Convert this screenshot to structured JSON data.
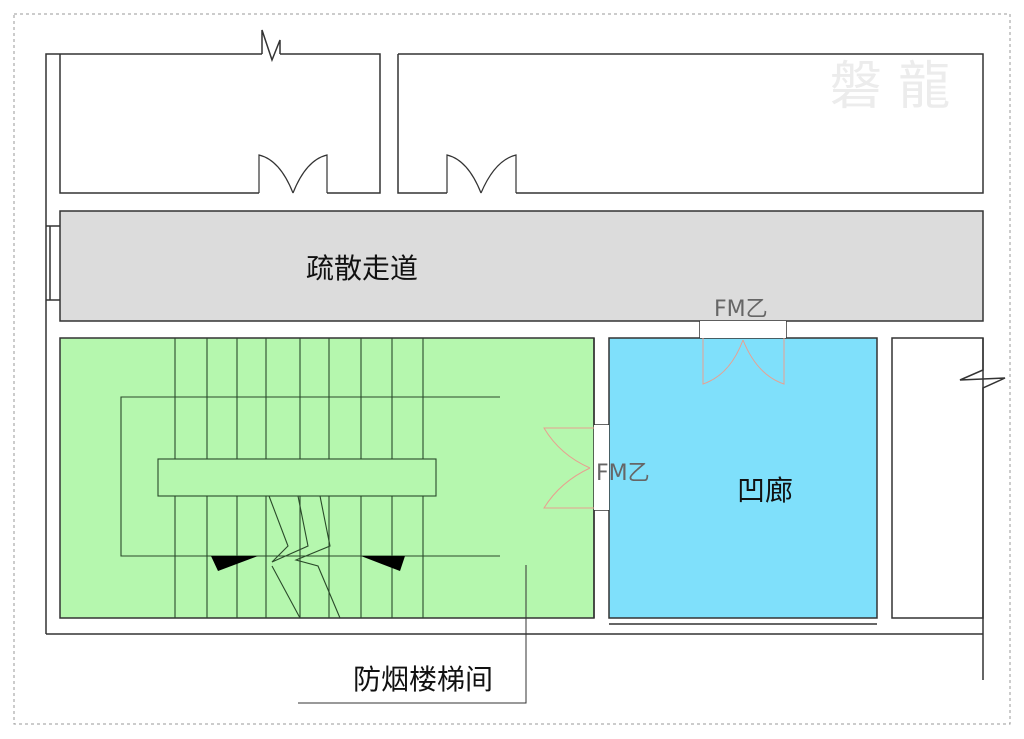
{
  "watermark": "磐龍",
  "labels": {
    "corridor": "疏散走道",
    "recess": "凹廊",
    "stairwell": "防烟楼梯间",
    "door_top": "FM乙",
    "door_side": "FM乙"
  },
  "colors": {
    "corridor": "#dcdcdc",
    "stairwell": "#b5f7ae",
    "recess": "#7fe0fb",
    "wall": "#333333",
    "door_arc": "#e8a090"
  }
}
